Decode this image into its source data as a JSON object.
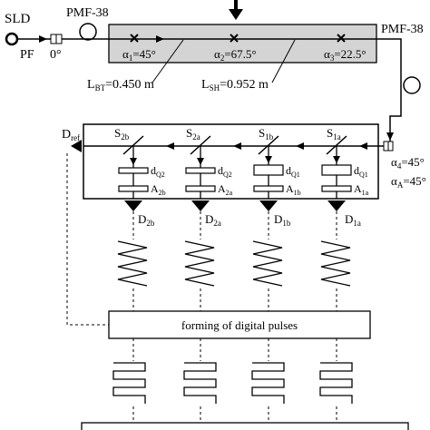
{
  "labels": {
    "sld": "SLD",
    "pmf_in": "PMF-38",
    "pf": "PF",
    "pf_angle": "0°",
    "pmf_out": "PMF-38",
    "alpha1": "α",
    "alpha1_sub": "1",
    "alpha1_val": "=45°",
    "alpha2": "α",
    "alpha2_sub": "2",
    "alpha2_val": "=67.5°",
    "alpha3": "α",
    "alpha3_sub": "3",
    "alpha3_val": "=22.5°",
    "lbt": "L",
    "lbt_sub": "BT",
    "lbt_val": "=0.450 m",
    "lsh": "L",
    "lsh_sub": "SH",
    "lsh_val": "=0.952 m",
    "alpha4": "α",
    "alpha4_sub": "4",
    "alpha4_val": "=45°",
    "alphaA": "α",
    "alphaA_sub": "A",
    "alphaA_val": "=45°",
    "dref": "D",
    "dref_sub": "ref",
    "forming_box": "forming of digital pulses"
  },
  "branches": [
    {
      "splitter": "S",
      "splitter_sub": "2b",
      "delay": "d",
      "delay_sub": "Q2",
      "analyzer": "A",
      "analyzer_sub": "2b",
      "detector": "D",
      "detector_sub": "2b"
    },
    {
      "splitter": "S",
      "splitter_sub": "2a",
      "delay": "d",
      "delay_sub": "Q2",
      "analyzer": "A",
      "analyzer_sub": "2a",
      "detector": "D",
      "detector_sub": "2a"
    },
    {
      "splitter": "S",
      "splitter_sub": "1b",
      "delay": "d",
      "delay_sub": "Q1",
      "analyzer": "A",
      "analyzer_sub": "1b",
      "detector": "D",
      "detector_sub": "1b"
    },
    {
      "splitter": "S",
      "splitter_sub": "1a",
      "delay": "d",
      "delay_sub": "Q1",
      "analyzer": "A",
      "analyzer_sub": "1a",
      "detector": "D",
      "detector_sub": "1a"
    }
  ],
  "colors": {
    "sensor_fill": "#d4d4d4",
    "line": "#000000",
    "background": "#ffffff"
  }
}
